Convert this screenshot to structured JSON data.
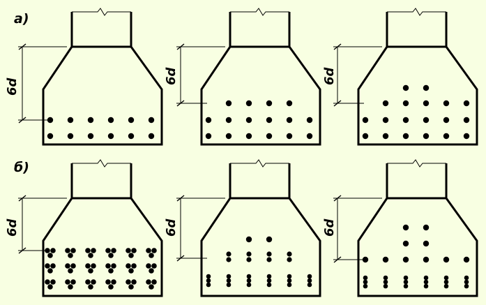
{
  "colors": {
    "background": "#f8ffe2",
    "ink": "#000000"
  },
  "rows": [
    {
      "label": "а)",
      "panels": [
        {
          "dim_label": "6d",
          "pattern": "two rows of six single bars at the bottom"
        },
        {
          "dim_label": "6d",
          "pattern": "two rows of six single bars plus a partial third row of four"
        },
        {
          "dim_label": "6d",
          "pattern": "two rows of six, a third row of five and a top pair"
        }
      ]
    },
    {
      "label": "б)",
      "panels": [
        {
          "dim_label": "6d",
          "pattern": "three rows of six bundles of three bars"
        },
        {
          "dim_label": "6d",
          "pattern": "bundled bars in bottom rows with paired bars above and a top pair"
        },
        {
          "dim_label": "6d",
          "pattern": "three-bar bundles in bottom rows, single bars above, two top pairs"
        }
      ]
    }
  ]
}
